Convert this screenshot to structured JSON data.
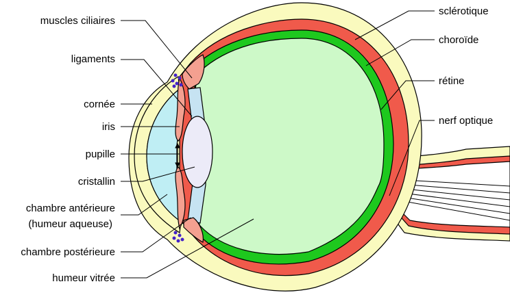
{
  "labels": {
    "muscles_ciliaires": "muscles ciliaires",
    "ligaments": "ligaments",
    "cornee": "cornée",
    "iris": "iris",
    "pupille": "pupille",
    "cristallin": "cristallin",
    "chambre_anterieure_l1": "chambre antérieure",
    "chambre_anterieure_l2": "(humeur aqueuse)",
    "chambre_posterieure": "chambre postérieure",
    "humeur_vitree": "humeur vitrée",
    "sclerotique": "sclérotique",
    "choroide": "choroïde",
    "retine": "rétine",
    "nerf_optique": "nerf optique"
  },
  "colors": {
    "sclera": "#fafabe",
    "choroid": "#f05a4b",
    "retina": "#1ec81e",
    "vitreous": "#cdf9c8",
    "aqueous": "#bfeef4",
    "lens": "#ecebf8",
    "iris_ciliary": "#f4a090",
    "ligaments": "#c6e3f2",
    "dots": "#4423c8",
    "text": "#000000"
  }
}
